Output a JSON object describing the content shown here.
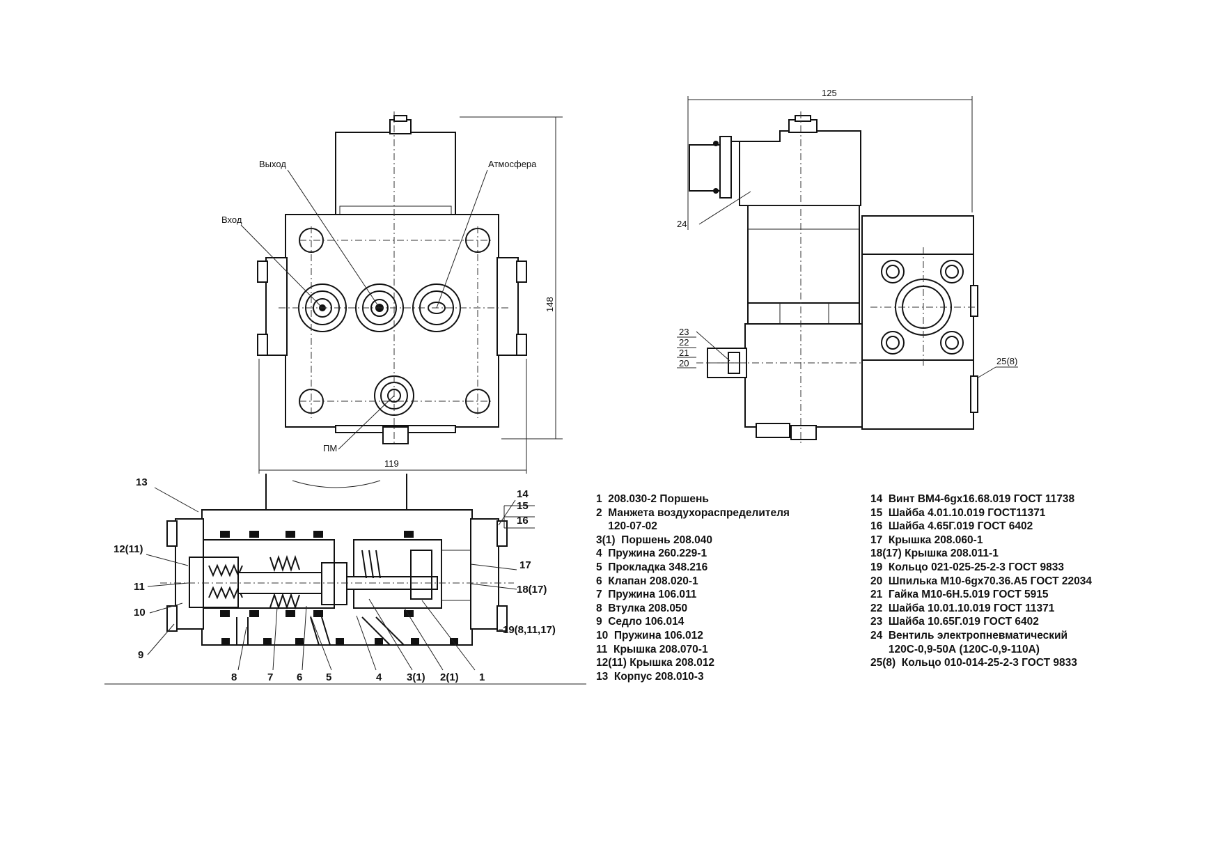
{
  "views": {
    "front": {
      "labels": {
        "vykhod": "Выход",
        "atmosfera": "Атмосфера",
        "vkhod": "Вход",
        "pm": "ПМ"
      },
      "dims": {
        "height": "148",
        "width": "119"
      }
    },
    "side": {
      "dims": {
        "width": "125"
      },
      "callouts": {
        "c24": "24",
        "c23": "23",
        "c22": "22",
        "c21": "21",
        "c20": "20",
        "c25": "25(8)"
      }
    },
    "section": {
      "callouts": {
        "c13": "13",
        "c14": "14",
        "c15": "15",
        "c16": "16",
        "c12": "12(11)",
        "c11": "11",
        "c10": "10",
        "c9": "9",
        "c17": "17",
        "c18": "18(17)",
        "c19": "19(8,11,17)",
        "b8": "8",
        "b7": "7",
        "b6": "6",
        "b5": "5",
        "b4": "4",
        "b3": "3(1)",
        "b2": "2(1)",
        "b1": "1"
      }
    }
  },
  "parts_list_left": [
    "1  208.030-2 Поршень",
    "2  Манжета воздухораспределителя",
    "    120-07-02",
    "3(1)  Поршень 208.040",
    "4  Пружина 260.229-1",
    "5  Прокладка 348.216",
    "6  Клапан 208.020-1",
    "7  Пружина 106.011",
    "8  Втулка 208.050",
    "9  Седло 106.014",
    "10  Пружина 106.012",
    "11  Крышка 208.070-1",
    "12(11) Крышка 208.012",
    "13  Корпус 208.010-3"
  ],
  "parts_list_right": [
    "14  Винт ВМ4-6gх16.68.019 ГОСТ 11738",
    "15  Шайба 4.01.10.019 ГОСТ11371",
    "16  Шайба 4.65Г.019 ГОСТ 6402",
    "17  Крышка 208.060-1",
    "18(17) Крышка 208.011-1",
    "19  Кольцо 021-025-25-2-3 ГОСТ 9833",
    "20  Шпилька М10-6gх70.36.А5 ГОСТ 22034",
    "21  Гайка М10-6Н.5.019 ГОСТ 5915",
    "22  Шайба 10.01.10.019 ГОСТ 11371",
    "23  Шайба 10.65Г.019 ГОСТ 6402",
    "24  Вентиль электропневматический",
    "      120С-0,9-50А (120С-0,9-110А)",
    "25(8)  Кольцо 010-014-25-2-3 ГОСТ 9833"
  ]
}
